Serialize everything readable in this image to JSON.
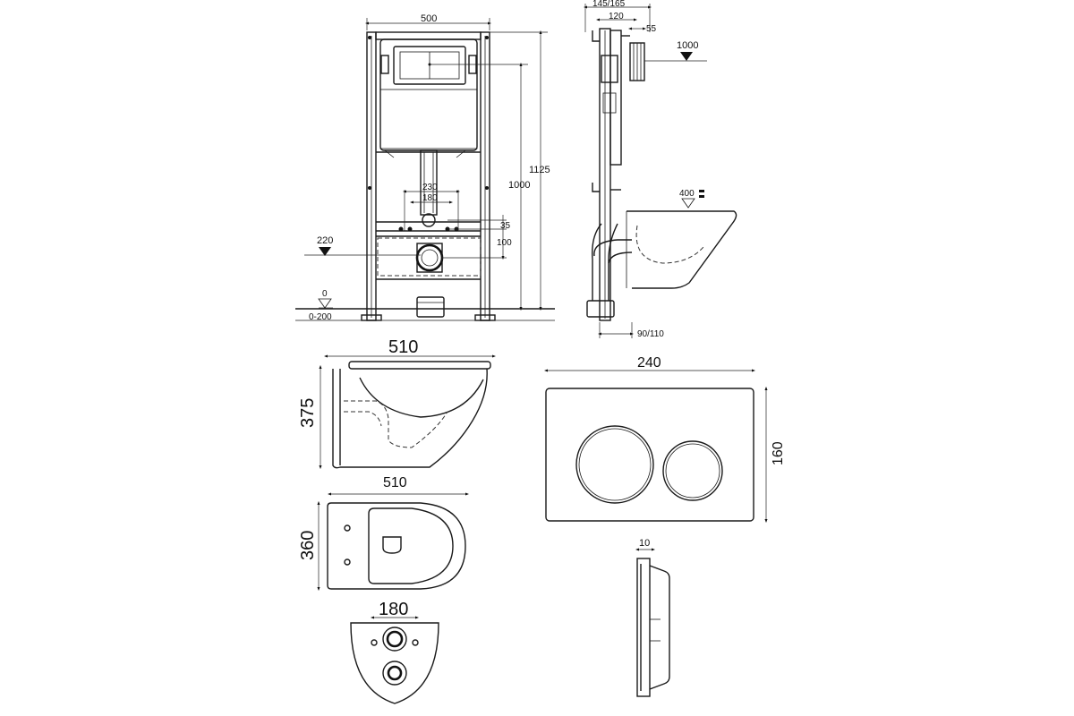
{
  "dimensions": {
    "frame_width": "500",
    "frame_height_total": "1125",
    "flush_height": "1000",
    "outlet_spacing_outer": "230",
    "outlet_spacing_inner": "180",
    "outlet_offset": "35",
    "drain_offset": "100",
    "drain_level": "220",
    "floor_level": "0",
    "floor_adjust": "0-200",
    "depth_options": "145/165",
    "depth_frame": "120",
    "pipe_depth": "55",
    "side_flush_height": "1000",
    "bowl_height_mark": "400",
    "drain_pipe": "90/110",
    "bowl_length_side": "510",
    "bowl_height": "375",
    "bowl_length_top": "510",
    "bowl_width": "360",
    "bowl_bolt_spacing": "180",
    "plate_width": "240",
    "plate_height": "160",
    "plate_thickness": "10"
  }
}
